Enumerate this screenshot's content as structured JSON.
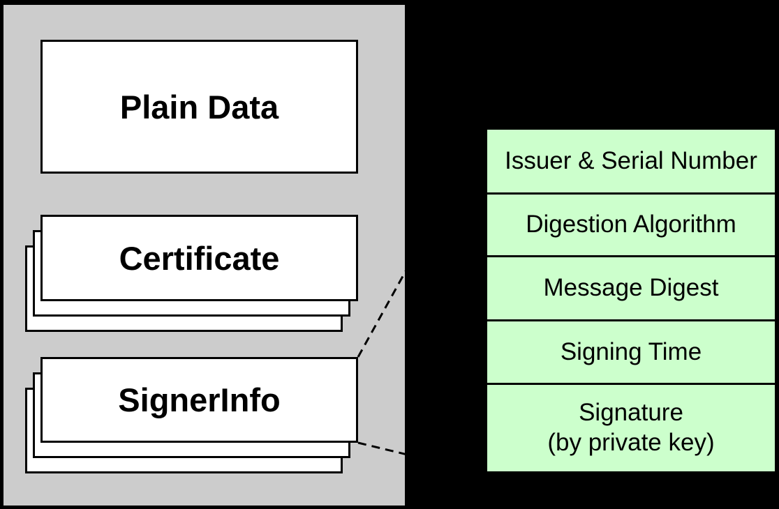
{
  "palette": {
    "background": "#000000",
    "envelope_gray": "#cccccc",
    "box_fill": "#ffffff",
    "table_fill": "#ccffcc",
    "stroke": "#000000"
  },
  "envelope": {
    "plain_data_label": "Plain Data",
    "certificate_label": "Certificate",
    "signer_info_label": "SignerInfo"
  },
  "signer_info_table": {
    "rows": [
      {
        "lines": [
          "Issuer & Serial Number",
          ""
        ]
      },
      {
        "lines": [
          "Digestion Algorithm",
          ""
        ]
      },
      {
        "lines": [
          "Message Digest",
          ""
        ]
      },
      {
        "lines": [
          "Signing Time",
          ""
        ]
      },
      {
        "lines": [
          "Signature",
          "(by private key)"
        ]
      }
    ]
  }
}
